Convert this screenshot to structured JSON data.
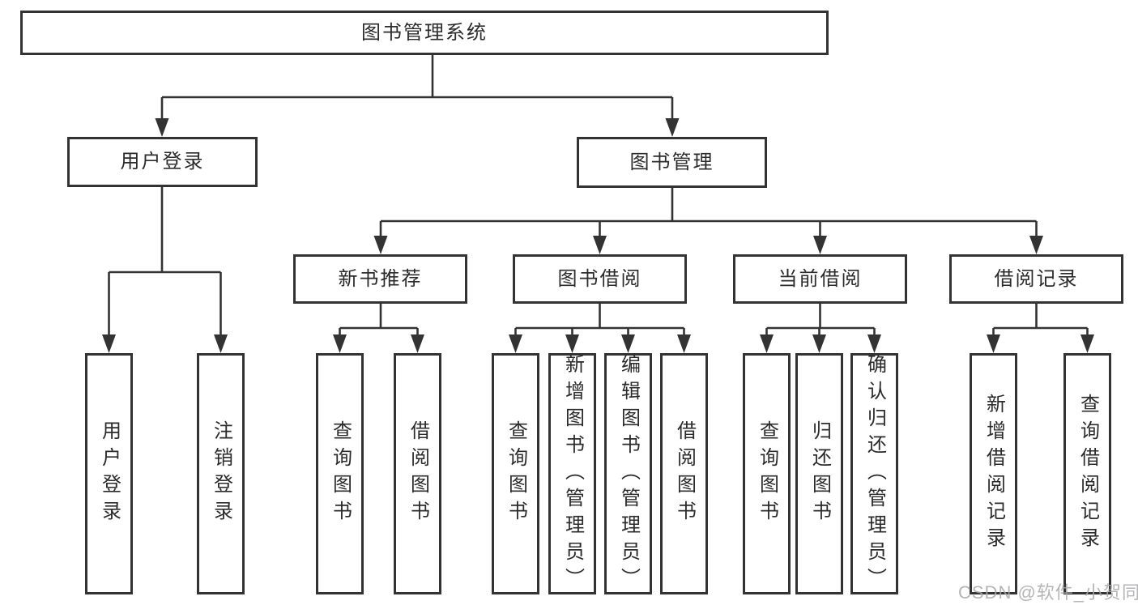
{
  "tree": {
    "label": "图书管理系统",
    "children": [
      {
        "label": "用户登录",
        "children": [
          {
            "label": "用户登录"
          },
          {
            "label": "注销登录"
          }
        ]
      },
      {
        "label": "图书管理",
        "children": [
          {
            "label": "新书推荐",
            "children": [
              {
                "label": "查询图书"
              },
              {
                "label": "借阅图书"
              }
            ]
          },
          {
            "label": "图书借阅",
            "children": [
              {
                "label": "查询图书"
              },
              {
                "label": "新增图书（管理员）"
              },
              {
                "label": "编辑图书（管理员）"
              },
              {
                "label": "借阅图书"
              }
            ]
          },
          {
            "label": "当前借阅",
            "children": [
              {
                "label": "查询图书"
              },
              {
                "label": "归还图书"
              },
              {
                "label": "确认归还（管理员）"
              }
            ]
          },
          {
            "label": "借阅记录",
            "children": [
              {
                "label": "新增借阅记录"
              },
              {
                "label": "查询借阅记录"
              }
            ]
          }
        ]
      }
    ]
  },
  "watermark": {
    "text": "CSDN @软件_小贺同学"
  },
  "colors": {
    "line": "#333333",
    "box_border": "#333333",
    "text": "#2b2b2b",
    "watermark": "#a8a8aa",
    "background": "#ffffff"
  }
}
